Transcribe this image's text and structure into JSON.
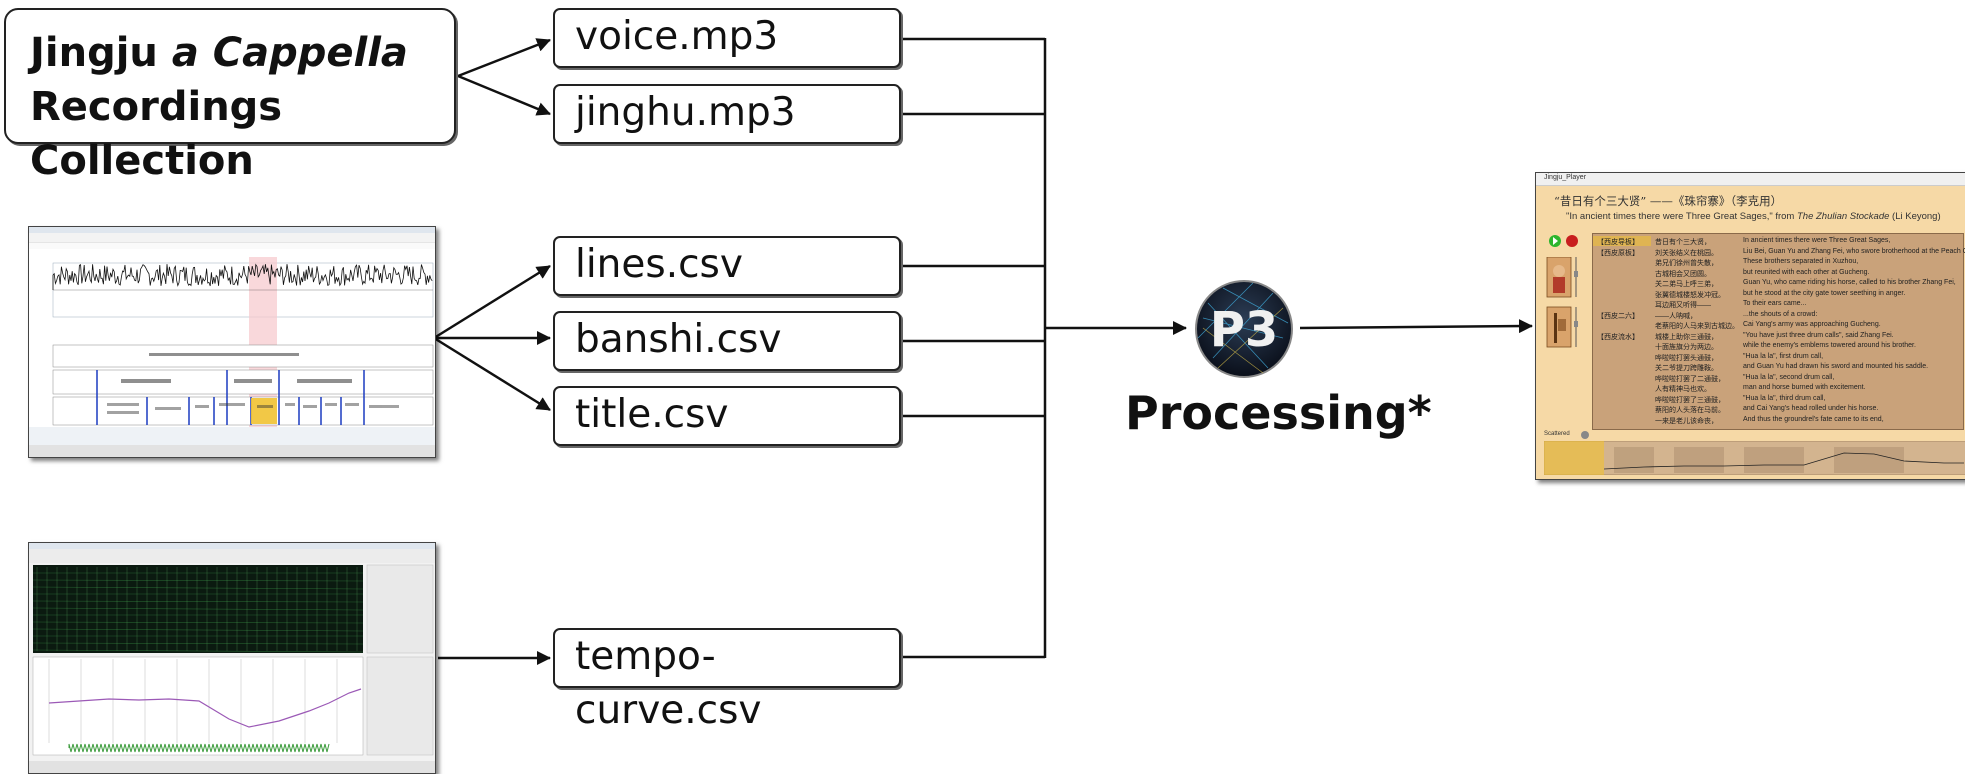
{
  "source": {
    "line1_prefix": "Jingju ",
    "line1_italic": "a Cappella",
    "line2": "Recordings Collection"
  },
  "files": [
    "voice.mp3",
    "jinghu.mp3",
    "lines.csv",
    "banshi.csv",
    "title.csv",
    "tempo-curve.csv"
  ],
  "processing": {
    "label": "Processing*",
    "logo_text": "P3"
  },
  "screenshots": {
    "sonic_visualiser_icon": "sonic-visualiser-screenshot",
    "praat_icon": "praat-textgrid-screenshot",
    "player": {
      "window_title": "Jingju_Player",
      "title_cn": "“昔日有个三大贤” ——《珠帘寨》（李克用）",
      "title_en_prefix": "\"In ancient times there were Three Great Sages,\" from ",
      "title_en_italic": "The Zhulian Stockade",
      "title_en_suffix": " (Li Keyong)",
      "scattered_label": "Scattered",
      "lyrics": [
        {
          "banshi": "【西皮导板】",
          "cn": "昔日有个三大贤，",
          "en": "In ancient times there were Three Great Sages,"
        },
        {
          "banshi": "【西皮原板】",
          "cn": "刘关张结义在桃园。",
          "en": "Liu Bei, Guan Yu and Zhang Fei, who swore brotherhood at the Peach Garden."
        },
        {
          "banshi": "",
          "cn": "弟兄们徐州曾失散，",
          "en": "These brothers separated in Xuzhou,"
        },
        {
          "banshi": "",
          "cn": "古城相会又团圆。",
          "en": "but reunited with each other at Gucheng."
        },
        {
          "banshi": "",
          "cn": "关二弟马上呼三弟，",
          "en": "Guan Yu, who came riding his horse, called to his brother Zhang Fei,"
        },
        {
          "banshi": "",
          "cn": "张翼德城楼怒发冲冠。",
          "en": "but he stood at the city gate tower seething in anger."
        },
        {
          "banshi": "",
          "cn": "耳边厢又听得——",
          "en": "To their ears came..."
        },
        {
          "banshi": "【西皮二六】",
          "cn": "——人呐喊，",
          "en": "...the shouts of a crowd:"
        },
        {
          "banshi": "",
          "cn": "老蔡阳的人马来到古城边。",
          "en": "Cai Yang's army was approaching Gucheng."
        },
        {
          "banshi": "【西皮流水】",
          "cn": "城楼上助你三通鼓，",
          "en": "\"You have just three drum calls\", said Zhang Fei."
        },
        {
          "banshi": "",
          "cn": "十面旌旗分为两边。",
          "en": "while the enemy's emblems towered around his brother."
        },
        {
          "banshi": "",
          "cn": "哗啦啦打罢头通鼓，",
          "en": "\"Hua la la\", first drum call,"
        },
        {
          "banshi": "",
          "cn": "关二爷提刀跨雕鞍。",
          "en": "and Guan Yu had drawn his sword and mounted his saddle."
        },
        {
          "banshi": "",
          "cn": "哗啦啦打罢了二通鼓，",
          "en": "\"Hua la la\", second drum call,"
        },
        {
          "banshi": "",
          "cn": "人有精神马也欢。",
          "en": "man and horse burned with excitement."
        },
        {
          "banshi": "",
          "cn": "哗啦啦打罢了三通鼓，",
          "en": "\"Hua la la\", third drum call,"
        },
        {
          "banshi": "",
          "cn": "蔡阳的人头落在马前。",
          "en": "and Cai Yang's head rolled under his horse."
        },
        {
          "banshi": "",
          "cn": "一来是老儿该命丧，",
          "en": "And thus the groundrel's fate came to its end,"
        }
      ]
    }
  },
  "colors": {
    "box_border": "#222222",
    "arrow": "#111111",
    "player_bg": "#f6d9a6",
    "lyrics_panel": "#c9a27a",
    "waveform": "#111111",
    "spectrogram_bg": "#0b1a10",
    "pitch_curve": "#9b59b6"
  }
}
